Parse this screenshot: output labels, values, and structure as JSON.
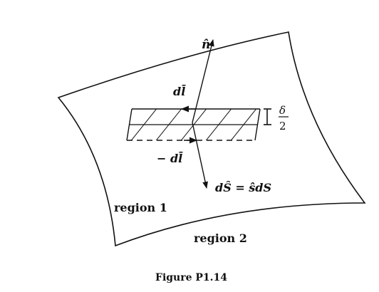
{
  "labels": {
    "n_hat": "n̂",
    "dl": "dl̄",
    "neg_dl": "− dl̄",
    "dS": "dŜ = ŝdS",
    "delta": "δ",
    "two": "2",
    "region1": "region 1",
    "region2": "region 2",
    "caption": "Figure P1.14"
  },
  "colors": {
    "ink": "#111111",
    "paper": "#ffffff"
  }
}
